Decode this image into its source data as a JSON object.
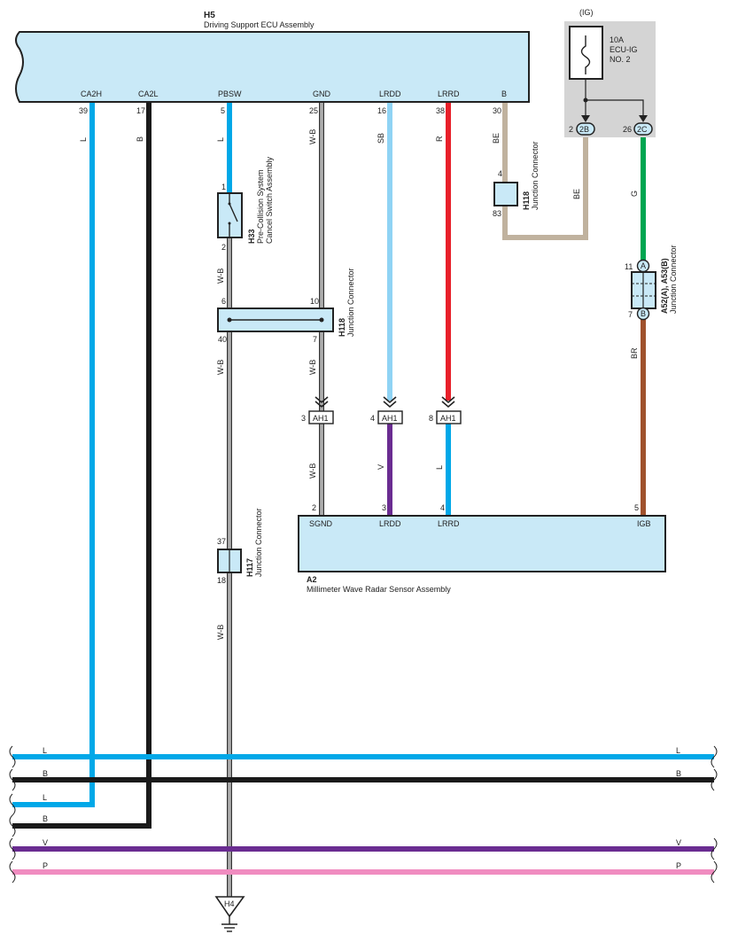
{
  "ecu": {
    "code": "H5",
    "name": "Driving Support ECU Assembly",
    "terminals": [
      "CA2H",
      "CA2L",
      "PBSW",
      "GND",
      "LRDD",
      "LRRD",
      "B"
    ],
    "pins": [
      "39",
      "17",
      "5",
      "25",
      "16",
      "38",
      "30"
    ]
  },
  "fuse": {
    "source": "(IG)",
    "rating": "10A",
    "name_line1": "ECU-IG",
    "name_line2": "NO. 2",
    "conn_2b": "2B",
    "conn_2c": "2C",
    "pin_2b": "2",
    "pin_2c": "26"
  },
  "wire_colors": {
    "ca2h": "L",
    "ca2l": "B",
    "pbsw": "L",
    "gnd": "W-B",
    "lrdd": "SB",
    "lrrd": "R",
    "b": "BE",
    "b_return": "BE",
    "ig_g": "G",
    "igb_br": "BR",
    "pbsw_lower": "W-B",
    "pbsw_lower2": "W-B",
    "gnd_lower": "W-B",
    "sgnd": "W-B",
    "lrdd_lower": "V",
    "lrrd_lower": "L",
    "ground_bottom": "W-B"
  },
  "switch": {
    "code": "H33",
    "name_line1": "Pre-Collision System",
    "name_line2": "Cancel Switch Assembly",
    "pin_top": "1",
    "pin_bottom": "2"
  },
  "jc_h118_b": {
    "code": "H118",
    "name": "Junction Connector",
    "pin_top": "4",
    "pin_bottom": "83"
  },
  "jc_h118_main": {
    "code": "H118",
    "name": "Junction Connector",
    "pin_tl": "6",
    "pin_tr": "10",
    "pin_bl": "40",
    "pin_br": "7"
  },
  "jc_a52": {
    "code": "A52(A), A53(B)",
    "name": "Junction Connector",
    "pin_top": "11",
    "pin_bottom": "7",
    "circle_top": "A",
    "circle_bottom": "B"
  },
  "ah1": {
    "label": "AH1",
    "pins": [
      "3",
      "4",
      "8"
    ]
  },
  "radar": {
    "code": "A2",
    "name": "Millimeter Wave Radar Sensor Assembly",
    "terminals": [
      "SGND",
      "LRDD",
      "LRRD",
      "IGB"
    ],
    "pins": [
      "2",
      "3",
      "4",
      "5"
    ]
  },
  "jc_h117": {
    "code": "H117",
    "name": "Junction Connector",
    "pin_top": "37",
    "pin_bottom": "18"
  },
  "ground": {
    "code": "H4"
  },
  "bus": [
    {
      "left": "L",
      "right": "L",
      "color": "#00a8e8"
    },
    {
      "left": "B",
      "right": "B",
      "color": "#1a1a1a"
    },
    {
      "left": "L",
      "right": "",
      "color": "#00a8e8"
    },
    {
      "left": "B",
      "right": "",
      "color": "#1a1a1a"
    },
    {
      "left": "V",
      "right": "V",
      "color": "#6a2c91"
    },
    {
      "left": "P",
      "right": "P",
      "color": "#f08cc0"
    }
  ],
  "colors": {
    "box_fill": "#c9e9f7",
    "blue_L": "#00a8e8",
    "light_blue_SB": "#8fd3f4",
    "red_R": "#e8202a",
    "beige_BE": "#c0b29e",
    "green_G": "#00a651",
    "brown_BR": "#a0522d",
    "violet_V": "#6a2c91",
    "pink_P": "#f08cc0",
    "black_B": "#1a1a1a",
    "fuse_panel": "#d4d4d4"
  }
}
